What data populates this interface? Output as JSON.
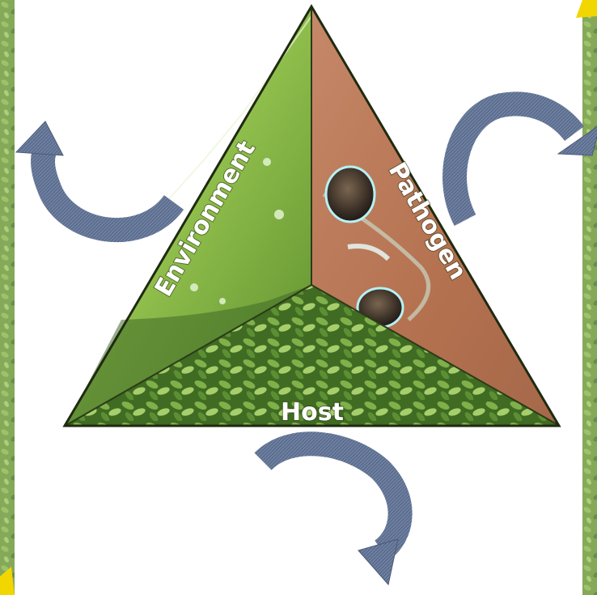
{
  "diagram": {
    "type": "disease-triangle",
    "segments": {
      "environment": {
        "label": "Environment"
      },
      "pathogen": {
        "label": "Pathogen"
      },
      "host": {
        "label": "Host"
      }
    },
    "arrows": [
      {
        "name": "cycle-arrow-left",
        "direction": "counterclockwise"
      },
      {
        "name": "cycle-arrow-right",
        "direction": "clockwise"
      },
      {
        "name": "cycle-arrow-bottom",
        "direction": "clockwise"
      }
    ],
    "colors": {
      "arrow": "#5b6d8f",
      "environment": "#8fb84a",
      "pathogen": "#b77a57",
      "host": "#5e8f34",
      "border_accent": "#f2d600"
    }
  }
}
